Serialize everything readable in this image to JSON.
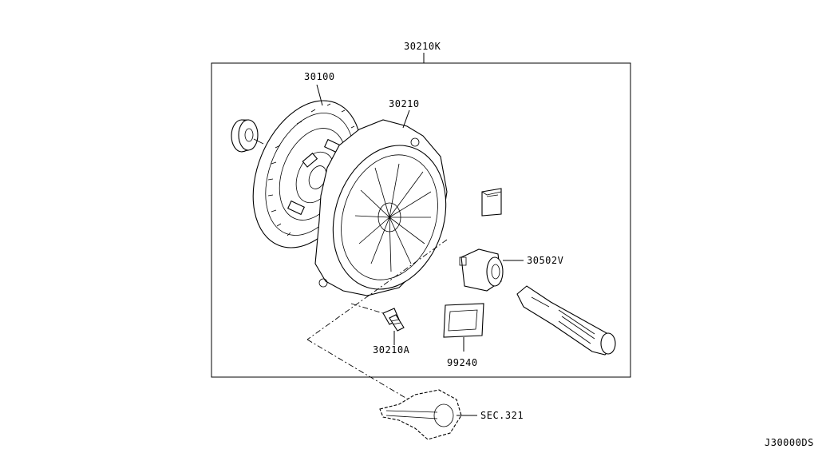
{
  "diagram": {
    "labels": {
      "kit": "30210K",
      "disc": "30100",
      "cover": "30210",
      "bearing": "30502V",
      "bolt": "30210A",
      "grease": "99240",
      "section": "SEC.321",
      "drawing_code": "J30000DS"
    }
  }
}
